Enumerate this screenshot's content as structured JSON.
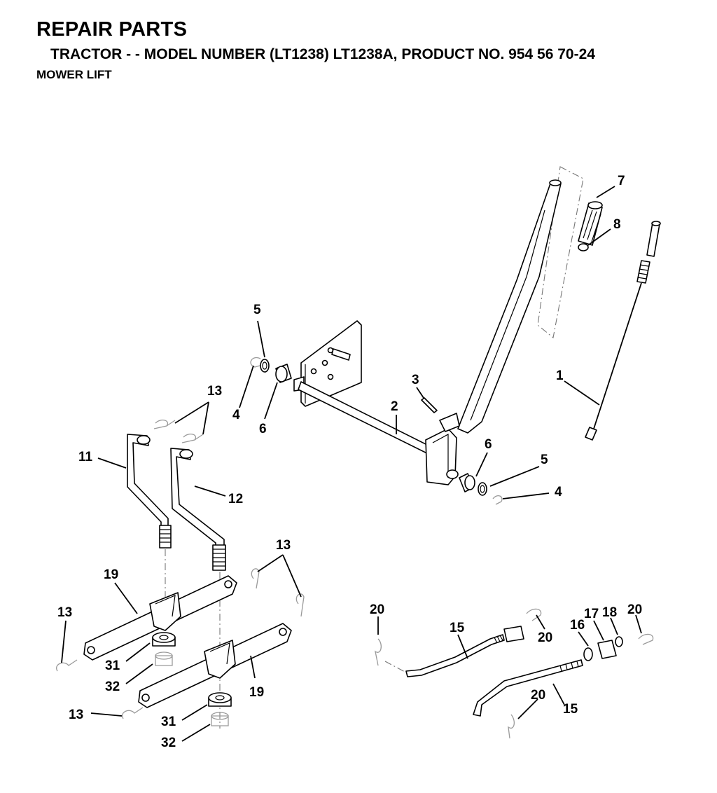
{
  "header": {
    "title": "REPAIR PARTS",
    "subtitle": "TRACTOR - - MODEL NUMBER (LT1238) LT1238A, PRODUCT NO. 954 56 70-24",
    "section": "MOWER LIFT"
  },
  "callouts": {
    "c1": "1",
    "c2": "2",
    "c3": "3",
    "c4a": "4",
    "c4b": "4",
    "c5a": "5",
    "c5b": "5",
    "c6a": "6",
    "c6b": "6",
    "c7": "7",
    "c8": "8",
    "c11": "11",
    "c12": "12",
    "c13a": "13",
    "c13b": "13",
    "c13c": "13",
    "c13d": "13",
    "c15a": "15",
    "c15b": "15",
    "c16": "16",
    "c17": "17",
    "c18": "18",
    "c19a": "19",
    "c19b": "19",
    "c20a": "20",
    "c20b": "20",
    "c20c": "20",
    "c20d": "20",
    "c31a": "31",
    "c31b": "31",
    "c32a": "32",
    "c32b": "32"
  }
}
